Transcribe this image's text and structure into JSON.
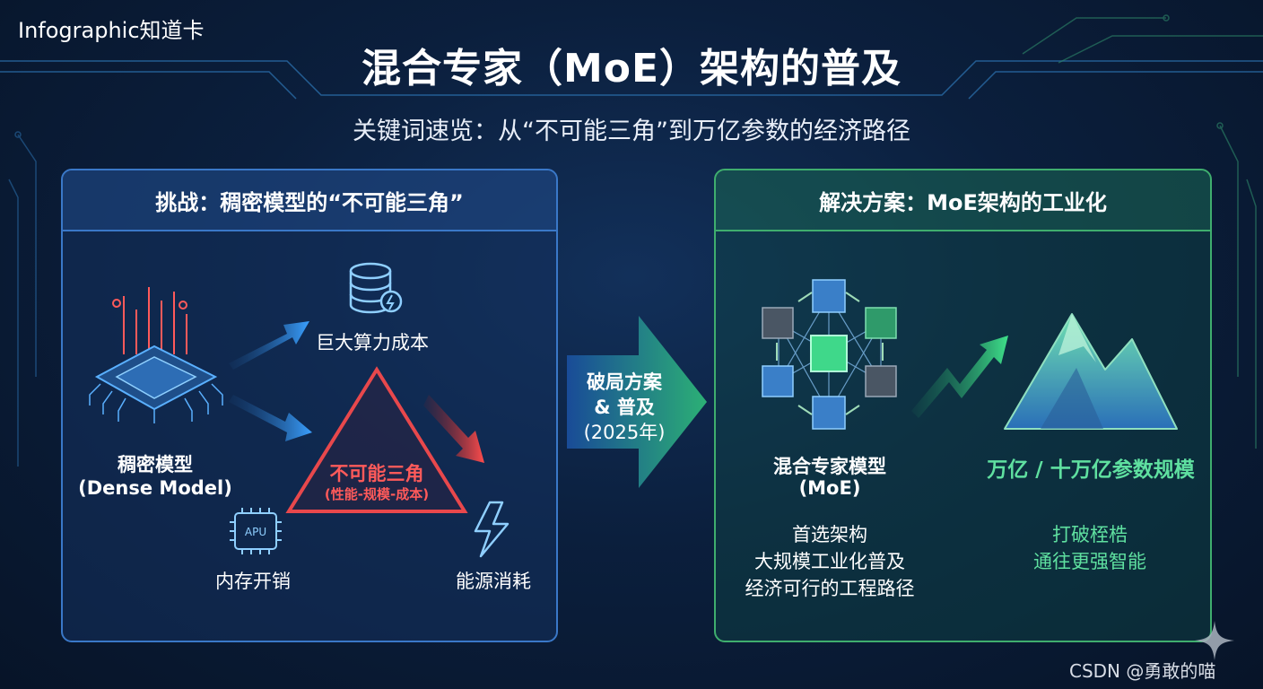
{
  "brand": "Infographic知道卡",
  "title": "混合专家（MoE）架构的普及",
  "subtitle": "关键词速览：从“不可能三角”到万亿参数的经济路径",
  "left_panel": {
    "header": "挑战：稠密模型的“不可能三角”",
    "model_name": "稠密模型",
    "model_name_en": "(Dense Model)",
    "cost_compute": "巨大算力成本",
    "triangle_title": "不可能三角",
    "triangle_sub": "(性能-规模-成本)",
    "apu_chip_text": "APU",
    "cost_memory": "内存开销",
    "cost_energy": "能源消耗"
  },
  "arrow": {
    "line1": "破局方案",
    "line2": "& 普及",
    "line3": "(2025年)"
  },
  "right_panel": {
    "header": "解决方案：MoE架构的工业化",
    "model_name": "混合专家模型",
    "model_name_en": "(MoE)",
    "scale": "万亿 / 十万亿参数规模",
    "desc1": "首选架构",
    "desc2": "大规模工业化普及",
    "desc3": "经济可行的工程路径",
    "benefit1": "打破桎梏",
    "benefit2": "通往更强智能"
  },
  "watermark": "CSDN @勇敢的喵",
  "colors": {
    "blue_accent": "#3a78c8",
    "green_accent": "#3fae6e",
    "red_accent": "#e8484c"
  }
}
